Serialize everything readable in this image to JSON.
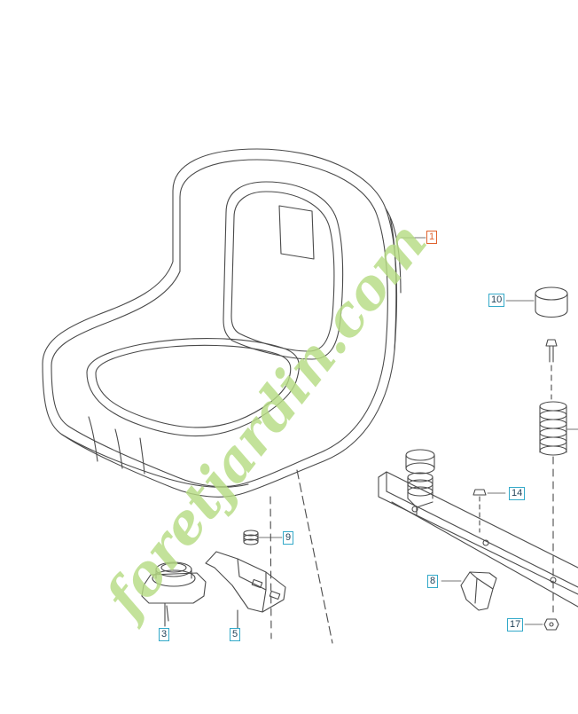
{
  "watermark": {
    "text": "foretjardin.com",
    "colors": {
      "green": "#b7dc84",
      "tan": "#c2b79f"
    }
  },
  "callouts": [
    {
      "id": "1",
      "label": "1",
      "highlight": true
    },
    {
      "id": "10",
      "label": "10"
    },
    {
      "id": "14",
      "label": "14"
    },
    {
      "id": "9",
      "label": "9"
    },
    {
      "id": "3",
      "label": "3"
    },
    {
      "id": "5",
      "label": "5"
    },
    {
      "id": "8",
      "label": "8"
    },
    {
      "id": "17",
      "label": "17"
    }
  ],
  "colors": {
    "line": "#4a4a4a",
    "callout_border": "#33a9c9",
    "callout_highlight": "#e0632e"
  }
}
